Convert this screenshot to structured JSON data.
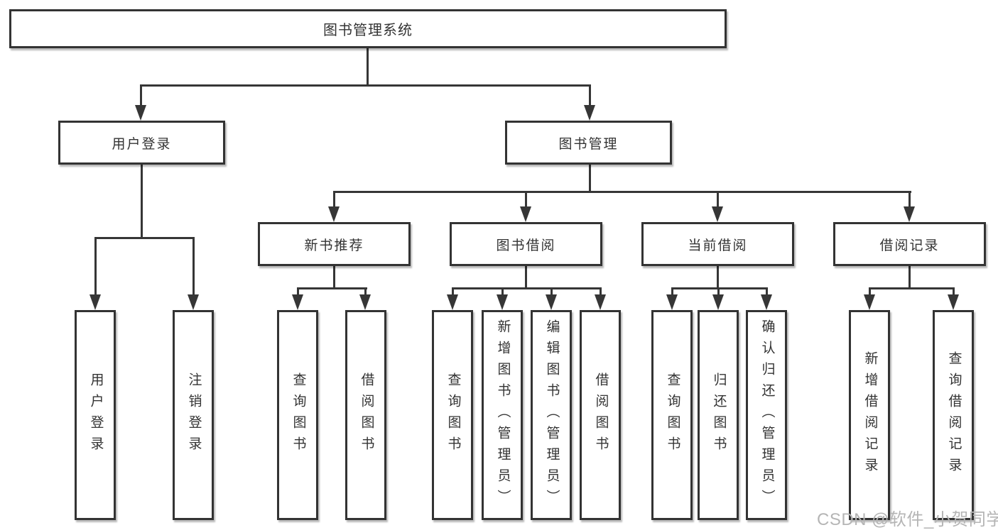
{
  "tree": {
    "root": "图书管理系统",
    "children": [
      {
        "label": "用户登录",
        "children": [
          {
            "label": "用户登录"
          },
          {
            "label": "注销登录"
          }
        ]
      },
      {
        "label": "图书管理",
        "children": [
          {
            "label": "新书推荐",
            "children": [
              {
                "label": "查询图书"
              },
              {
                "label": "借阅图书"
              }
            ]
          },
          {
            "label": "图书借阅",
            "children": [
              {
                "label": "查询图书"
              },
              {
                "label": "新增图书（管理员）"
              },
              {
                "label": "编辑图书（管理员）"
              },
              {
                "label": "借阅图书"
              }
            ]
          },
          {
            "label": "当前借阅",
            "children": [
              {
                "label": "查询图书"
              },
              {
                "label": "归还图书"
              },
              {
                "label": "确认归还（管理员）"
              }
            ]
          },
          {
            "label": "借阅记录",
            "children": [
              {
                "label": "新增借阅记录"
              },
              {
                "label": "查询借阅记录"
              }
            ]
          }
        ]
      }
    ]
  },
  "watermark": {
    "text": "CSDN @软件_小贺同学"
  },
  "colors": {
    "line": "#363636",
    "box_border": "#333333",
    "box_fill": "#ffffff",
    "text": "#333333",
    "watermark": "#b5b5b5",
    "background": "#ffffff"
  }
}
